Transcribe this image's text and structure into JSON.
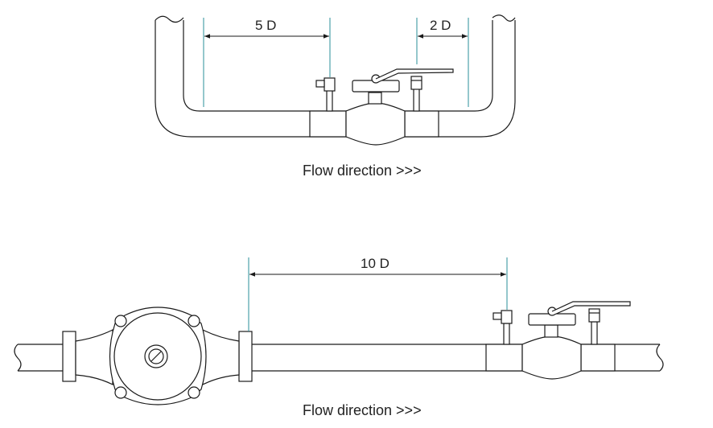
{
  "top_diagram": {
    "dim_upstream": "5 D",
    "dim_downstream": "2 D",
    "flow_label": "Flow direction >>>"
  },
  "bottom_diagram": {
    "dim_upstream": "10 D",
    "flow_label": "Flow direction >>>"
  },
  "colors": {
    "line": "#1a1a1a",
    "marker": "#2a8f9a",
    "handle": "#444444"
  }
}
